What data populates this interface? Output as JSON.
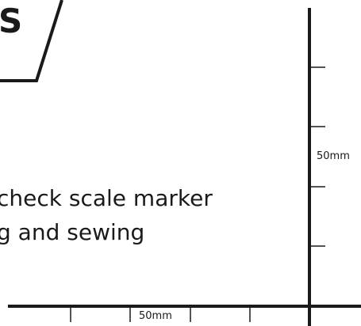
{
  "pattern_piece": {
    "letter": "S"
  },
  "instruction": {
    "line1": "check scale marker",
    "line2": "g and sewing"
  },
  "scale": {
    "vertical_label": "50mm",
    "horizontal_label": "50mm"
  }
}
